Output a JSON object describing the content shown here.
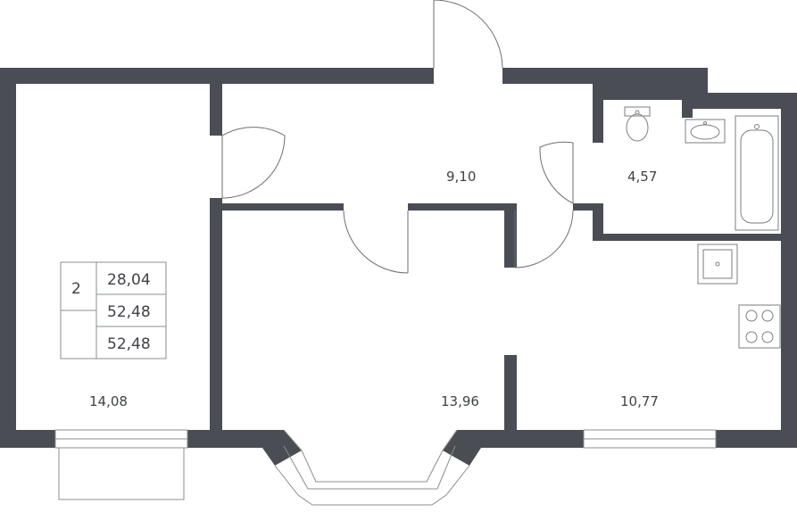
{
  "plan": {
    "rooms": [
      {
        "id": "room-left",
        "area": "14,08"
      },
      {
        "id": "hall",
        "area": "9,10"
      },
      {
        "id": "bathroom",
        "area": "4,57"
      },
      {
        "id": "room-middle",
        "area": "13,96"
      },
      {
        "id": "kitchen",
        "area": "10,77"
      }
    ],
    "info_box": {
      "rooms_count": "2",
      "living_area": "28,04",
      "total_area": "52,48",
      "total_area_with_balcony": "52,48"
    }
  },
  "colors": {
    "wall": "#4a4d54",
    "line": "#8a8c90",
    "text": "#3f4247"
  }
}
